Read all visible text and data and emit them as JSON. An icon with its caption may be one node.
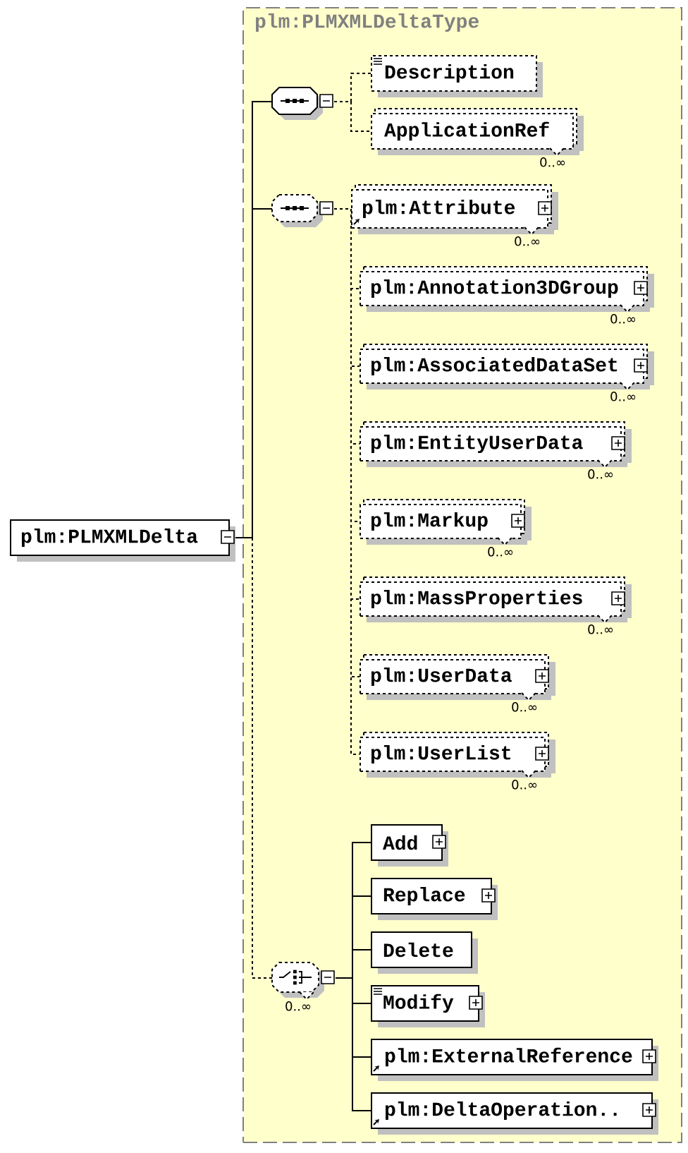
{
  "diagram": {
    "nodes": [
      {
        "text": [
          "plm:PLMXMLDelta"
        ]
      },
      {
        "text": [
          "plm:PLMXMLDeltaType"
        ]
      },
      {
        "text": [],
        "shape": "octagon",
        "in": 1
      },
      {
        "text": [
          "Description"
        ],
        "in": 1
      },
      {
        "text": [
          "ApplicationRef"
        ],
        "in": 1,
        "beside": [
          "0..∞"
        ]
      },
      {
        "text": [],
        "shape": "octagon",
        "in": 1
      },
      {
        "text": [
          "plm:Attribute"
        ],
        "in": 1,
        "beside": [
          "0..∞"
        ]
      },
      {
        "text": [
          "plm:Annotation3DGroup"
        ],
        "in": 1,
        "beside": [
          "0..∞"
        ]
      },
      {
        "text": [
          "plm:AssociatedDataSet"
        ],
        "in": 1,
        "beside": [
          "0..∞"
        ]
      },
      {
        "text": [
          "plm:EntityUserData"
        ],
        "in": 1,
        "beside": [
          "0..∞"
        ]
      },
      {
        "text": [
          "plm:Markup"
        ],
        "in": 1,
        "beside": [
          "0..∞"
        ]
      },
      {
        "text": [
          "plm:MassProperties"
        ],
        "in": 1,
        "beside": [
          "0..∞"
        ]
      },
      {
        "text": [
          "plm:UserData"
        ],
        "in": 1,
        "beside": [
          "0..∞"
        ]
      },
      {
        "text": [
          "plm:UserList"
        ],
        "in": 1,
        "beside": [
          "0..∞"
        ]
      },
      {
        "text": [],
        "shape": "octagon",
        "in": 1,
        "beside": [
          "0..∞"
        ]
      },
      {
        "text": [
          "Add"
        ],
        "in": 1
      },
      {
        "text": [
          "Replace"
        ],
        "in": 1
      },
      {
        "text": [
          "Delete"
        ],
        "in": 1
      },
      {
        "text": [
          "Modify"
        ],
        "in": 1
      },
      {
        "text": [
          "plm:ExternalReference"
        ],
        "in": 1
      },
      {
        "text": [
          "plm:DeltaOperation.."
        ],
        "in": 1
      }
    ],
    "edges": [
      {
        "from": 0,
        "to": 2,
        "arrow": "none"
      },
      {
        "from": 0,
        "to": 5,
        "arrow": "none"
      },
      {
        "from": 0,
        "to": 14,
        "arrow": "none",
        "style": "dashed"
      },
      {
        "from": 2,
        "to": 3,
        "arrow": "none",
        "style": "dashed"
      },
      {
        "from": 2,
        "to": 4,
        "arrow": "none",
        "style": "dashed"
      },
      {
        "from": 5,
        "to": 6,
        "arrow": "none",
        "style": "dashed"
      },
      {
        "from": 5,
        "to": 7,
        "arrow": "none",
        "style": "dashed"
      },
      {
        "from": 5,
        "to": 8,
        "arrow": "none",
        "style": "dashed"
      },
      {
        "from": 5,
        "to": 9,
        "arrow": "none",
        "style": "dashed"
      },
      {
        "from": 5,
        "to": 10,
        "arrow": "none",
        "style": "dashed"
      },
      {
        "from": 5,
        "to": 11,
        "arrow": "none",
        "style": "dashed"
      },
      {
        "from": 5,
        "to": 12,
        "arrow": "none",
        "style": "dashed"
      },
      {
        "from": 5,
        "to": 13,
        "arrow": "none",
        "style": "dashed"
      },
      {
        "from": 14,
        "to": 15,
        "arrow": "none"
      },
      {
        "from": 14,
        "to": 16,
        "arrow": "none"
      },
      {
        "from": 14,
        "to": 17,
        "arrow": "none"
      },
      {
        "from": 14,
        "to": 18,
        "arrow": "none"
      },
      {
        "from": 14,
        "to": 19,
        "arrow": "none"
      },
      {
        "from": 14,
        "to": 20,
        "arrow": "none"
      }
    ]
  }
}
